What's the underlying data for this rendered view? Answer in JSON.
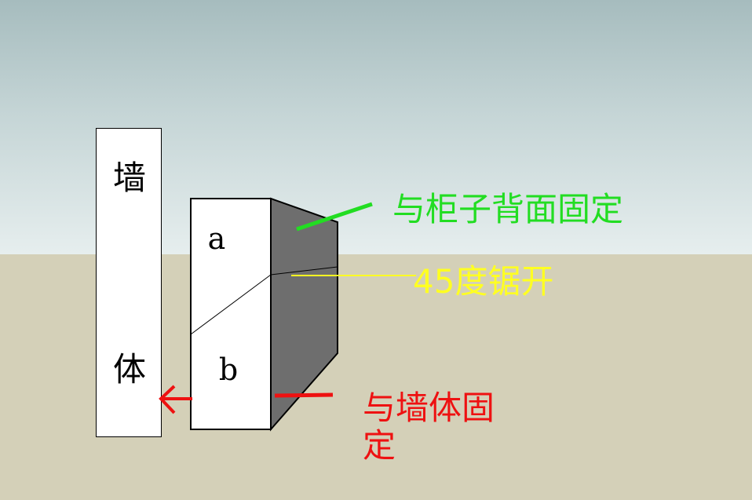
{
  "wall": {
    "char1": "墙",
    "char2": "体"
  },
  "block": {
    "upper_label": "a",
    "lower_label": "b"
  },
  "annotations": {
    "back_fix": "与柜子背面固定",
    "cut": "45度锯开",
    "wall_fix_line1": "与墙体固",
    "wall_fix_line2": "定"
  },
  "colors": {
    "sky_top": "#a6bcbe",
    "ground": "#d4d0b8",
    "block_side": "#6e6e6e",
    "green": "#22dd22",
    "yellow": "#ffff22",
    "red": "#ee1111"
  }
}
